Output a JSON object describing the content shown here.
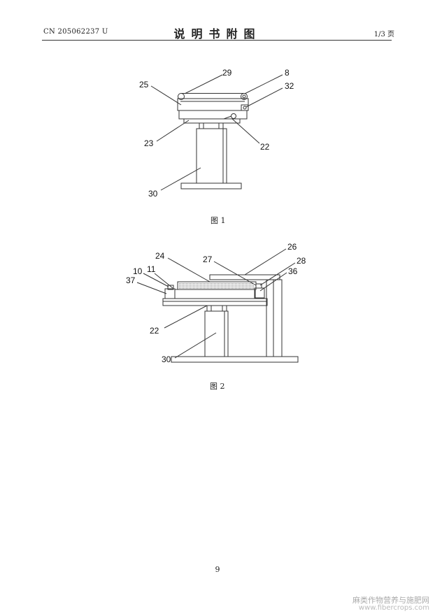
{
  "header": {
    "patent_number": "CN 205062237 U",
    "title": "说明书附图",
    "page": "1/3 页"
  },
  "figure1": {
    "caption": "图 1",
    "labels": [
      "29",
      "8",
      "25",
      "32",
      "23",
      "22",
      "30"
    ]
  },
  "figure2": {
    "caption": "图 2",
    "labels": [
      "24",
      "26",
      "27",
      "28",
      "10",
      "11",
      "36",
      "37",
      "22",
      "30"
    ]
  },
  "footer": {
    "page_number": "9"
  },
  "watermark": {
    "line1": "麻类作物营养与施肥网",
    "line2": "www.fibercrops.com"
  }
}
